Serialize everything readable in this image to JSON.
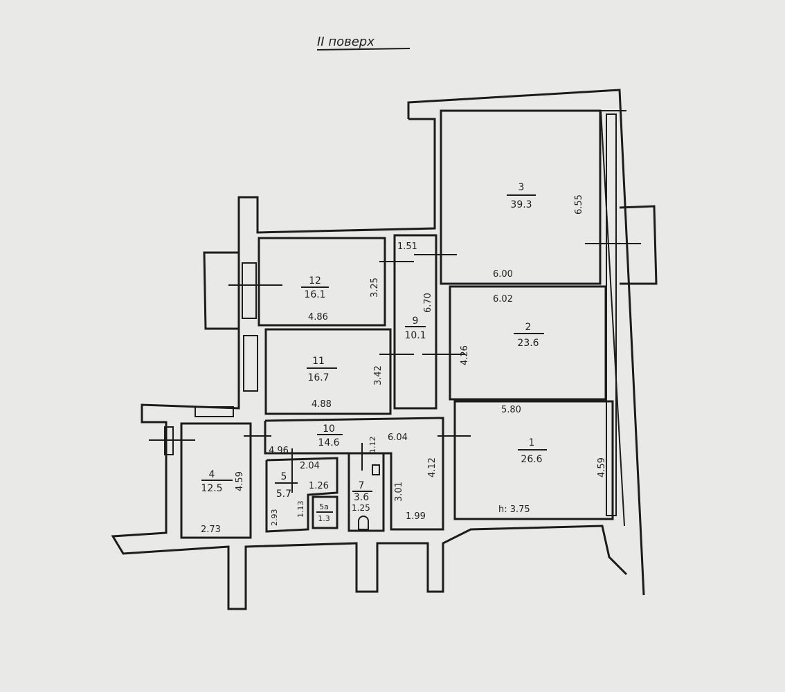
{
  "title": "II поверх",
  "rooms": [
    {
      "number": "1",
      "area": "26.6"
    },
    {
      "number": "2",
      "area": "23.6"
    },
    {
      "number": "3",
      "area": "39.3"
    },
    {
      "number": "4",
      "area": "12.5"
    },
    {
      "number": "5",
      "area": "5.7"
    },
    {
      "number": "5а",
      "area": "1.3"
    },
    {
      "number": "7",
      "area": "3.6"
    },
    {
      "number": "9",
      "area": "10.1"
    },
    {
      "number": "10",
      "area": "14.6"
    },
    {
      "number": "11",
      "area": "16.7"
    },
    {
      "number": "12",
      "area": "16.1"
    }
  ],
  "dimensions": [
    "6.55",
    "6.00",
    "6.02",
    "4.26",
    "5.80",
    "4.59",
    "h: 3.75",
    "3.25",
    "4.86",
    "3.42",
    "4.88",
    "1.51",
    "6.70",
    "4.59",
    "2.73",
    "4.96",
    "2.04",
    "1.26",
    "2.93",
    "1.13",
    "1.12",
    "1.25",
    "6.04",
    "3.01",
    "4.12",
    "1.99"
  ]
}
